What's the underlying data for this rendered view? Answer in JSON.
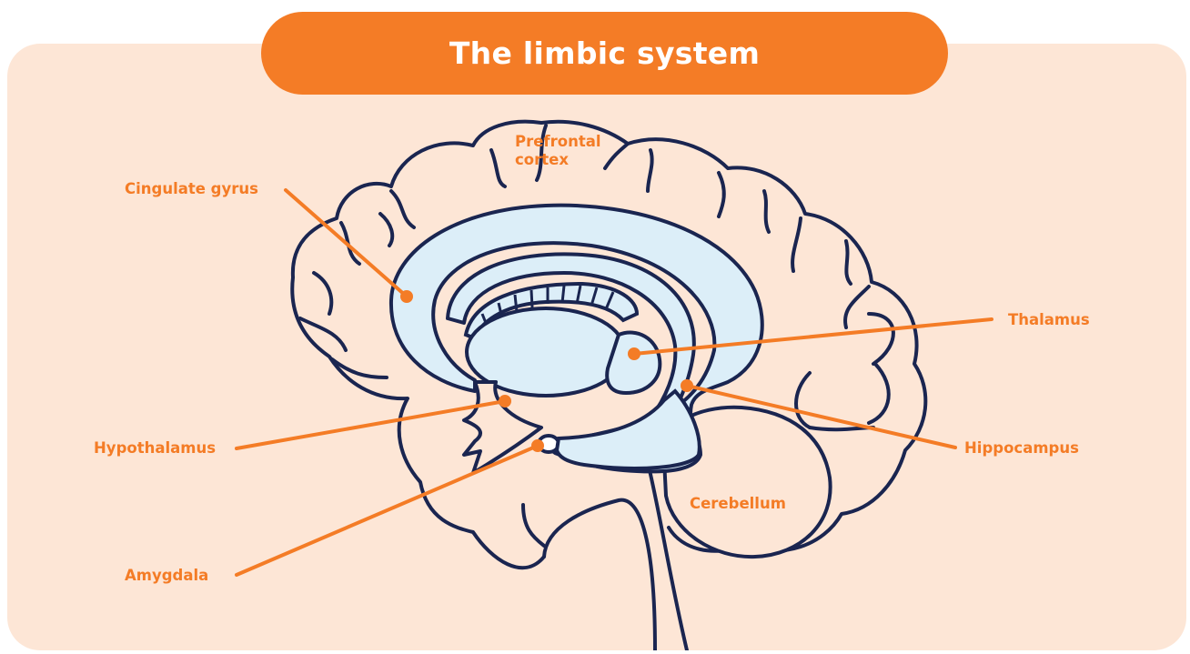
{
  "title": "The limbic system",
  "labels": {
    "prefrontal_cortex": "Prefrontal\ncortex",
    "cingulate_gyrus": "Cingulate gyrus",
    "thalamus": "Thalamus",
    "hypothalamus": "Hypothalamus",
    "hippocampus": "Hippocampus",
    "cerebellum": "Cerebellum",
    "amygdala": "Amygdala"
  },
  "colors": {
    "panel_bg": "#fde6d6",
    "accent_orange": "#f47c26",
    "title_text": "#ffffff",
    "outline_navy": "#1a2550",
    "limbic_fill": "#dceef8"
  }
}
